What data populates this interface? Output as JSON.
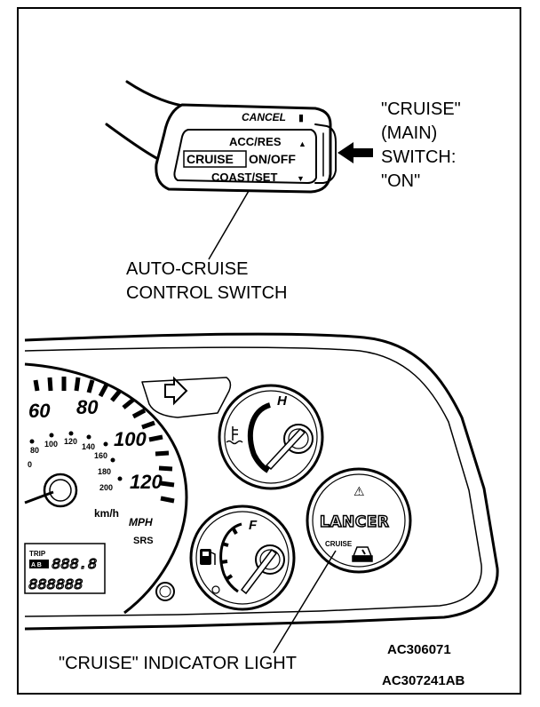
{
  "stalk": {
    "cancel": "CANCEL",
    "acc_res": "ACC/RES",
    "cruise_box": "CRUISE",
    "on_off": "ON/OFF",
    "coast_set": "COAST/SET"
  },
  "callouts": {
    "main_switch": [
      "\"CRUISE\"",
      "(MAIN)",
      "SWITCH:",
      "\"ON\""
    ],
    "auto_cruise": [
      "AUTO-CRUISE",
      "CONTROL SWITCH"
    ],
    "indicator": "\"CRUISE\" INDICATOR LIGHT"
  },
  "cluster": {
    "speed_mph": [
      "60",
      "80",
      "100",
      "120"
    ],
    "speed_kmh": [
      "80",
      "100",
      "120",
      "140",
      "160",
      "180",
      "200"
    ],
    "kmh_unit": "km/h",
    "mph_unit": "MPH",
    "srs": "SRS",
    "trip": "TRIP",
    "trip_ab": "A B",
    "trip_digits": "888.8",
    "odo_digits": "888888",
    "temp_hot": "H",
    "fuel_full": "F",
    "brand": "LANCER",
    "cruise_lamp": "CRUISE"
  },
  "codes": {
    "inner": "AC306071",
    "outer": "AC307241AB"
  }
}
